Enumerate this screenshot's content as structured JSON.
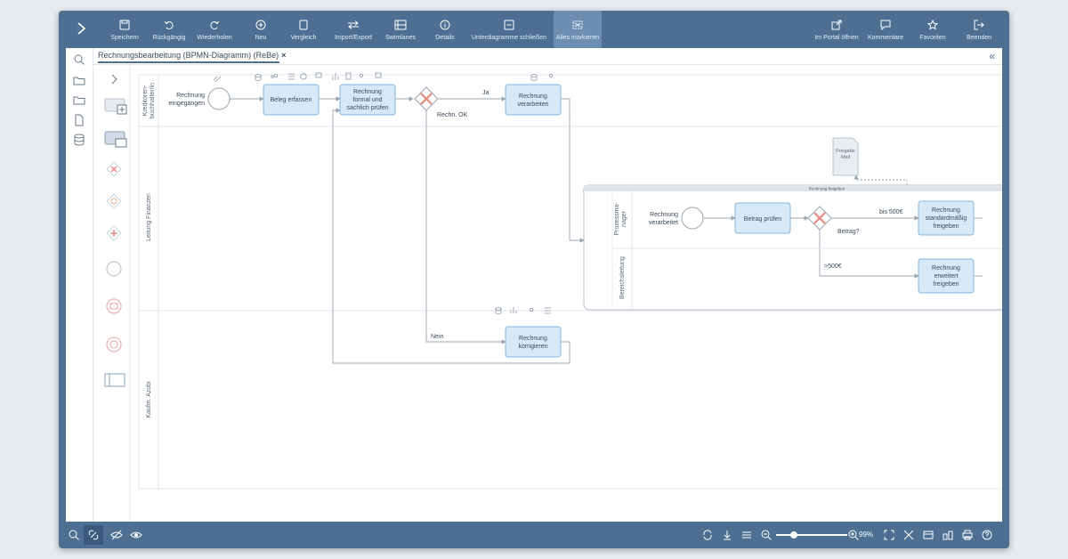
{
  "toolbar": {
    "items": [
      {
        "label": "Speichern",
        "icon": "save-icon"
      },
      {
        "label": "Rückgängig",
        "icon": "undo-icon"
      },
      {
        "label": "Wiederholen",
        "icon": "redo-icon"
      },
      {
        "label": "Neu",
        "icon": "plus-circle-icon"
      },
      {
        "label": "Vergleich",
        "icon": "compare-icon"
      },
      {
        "label": "Import/Export",
        "icon": "arrows-icon"
      },
      {
        "label": "Swimlanes",
        "icon": "swimlanes-icon"
      },
      {
        "label": "Details",
        "icon": "info-icon"
      },
      {
        "label": "Unterdiagramme schließen",
        "icon": "collapse-icon"
      },
      {
        "label": "Alles markieren",
        "icon": "select-all-icon"
      }
    ],
    "right_items": [
      {
        "label": "Im Portal öffnen",
        "icon": "external-icon"
      },
      {
        "label": "Kommentare",
        "icon": "comment-icon"
      },
      {
        "label": "Favoriten",
        "icon": "star-icon"
      },
      {
        "label": "Beenden",
        "icon": "logout-icon"
      }
    ]
  },
  "tab": {
    "title": "Rechnungsbearbeitung (BPMN-Diagramm) (ReBe)",
    "close": "×"
  },
  "collapse_label": "«",
  "lanes": {
    "kredit": "Kreditoren-buchhalter/in",
    "kredit_line1": "Kreditoren-",
    "kredit_line2": "buchhalter/in",
    "leitung": "Leitung Finanzen",
    "azubi": "Kaufm. Azubi"
  },
  "events": {
    "start": [
      "Rechnung",
      "eingegangen"
    ],
    "sub_start": [
      "Rechnung",
      "verarbeitet"
    ]
  },
  "tasks": {
    "beleg": [
      "Beleg erfassen"
    ],
    "pruefen": [
      "Rechnung",
      "formal und",
      "sachlich prüfen"
    ],
    "verarbeiten": [
      "Rechnung",
      "verarbeiten"
    ],
    "korrigieren": [
      "Rechnung",
      "korrigieren"
    ],
    "betrag": [
      "Betrag prüfen"
    ],
    "standard": [
      "Rechnung",
      "standardmäßig",
      "freigeben"
    ],
    "erweitert": [
      "Rechnung",
      "erweitert",
      "freigeben"
    ]
  },
  "labels": {
    "ja": "Ja",
    "nein": "Nein",
    "rechn_ok": "Rechn. OK",
    "betrag_q": "Betrag?",
    "bis500": "bis 500€",
    "gt500": ">500€"
  },
  "subprocess": {
    "title": "Rechnung freigeben",
    "lane1_line1": "Prozessma-",
    "lane1_line2": "nager",
    "lane2": "Bereichsleitung"
  },
  "document": [
    "Freigabe",
    "Mail"
  ],
  "bottom": {
    "zoom": "99%"
  },
  "colors": {
    "chrome": "#4c6f92",
    "task_fill": "#d7e8f6",
    "task_stroke": "#86b5dc",
    "gateway_x": "#e8887e"
  }
}
